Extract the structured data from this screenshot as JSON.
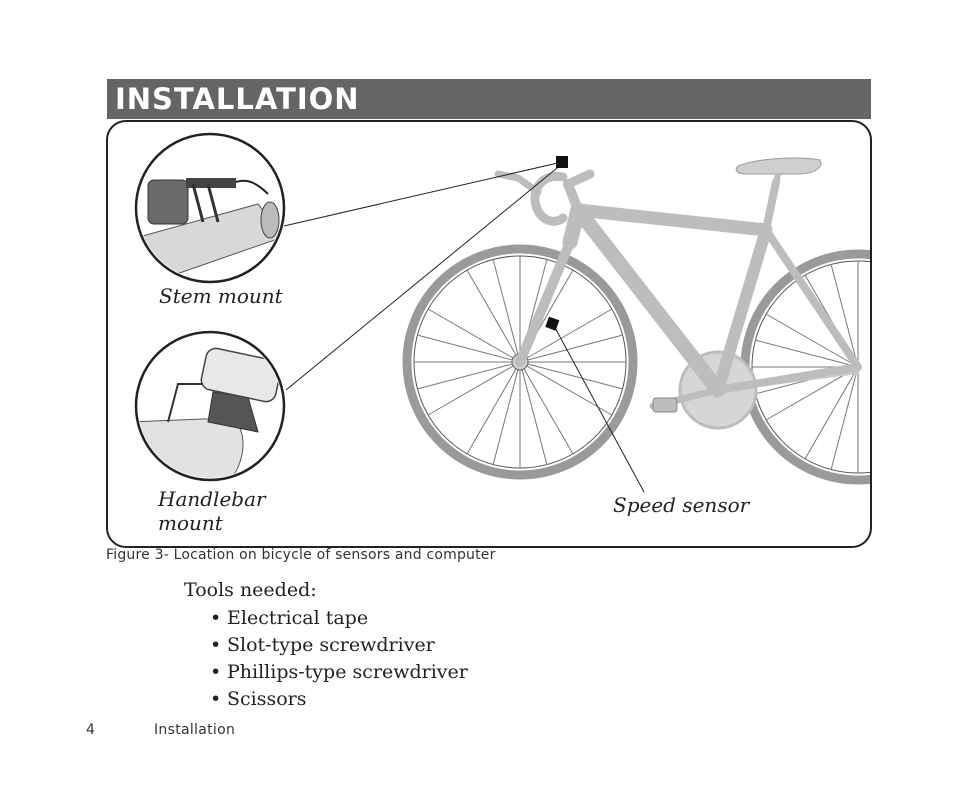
{
  "header": {
    "title": "INSTALLATION"
  },
  "figure": {
    "labels": {
      "stem_mount": "Stem mount",
      "handlebar_mount_line1": "Handlebar",
      "handlebar_mount_line2": "mount",
      "speed_sensor": "Speed sensor"
    },
    "caption": "Figure 3- Location on bicycle of sensors and computer"
  },
  "tools": {
    "heading": "Tools needed:",
    "items": [
      "Electrical tape",
      "Slot-type screwdriver",
      "Phillips-type screwdriver",
      "Scissors"
    ]
  },
  "footer": {
    "page_number": "4",
    "section": "Installation"
  },
  "colors": {
    "banner": "#666566",
    "bike_frame": "#bdbdbd",
    "tire": "#9a9a9a"
  }
}
